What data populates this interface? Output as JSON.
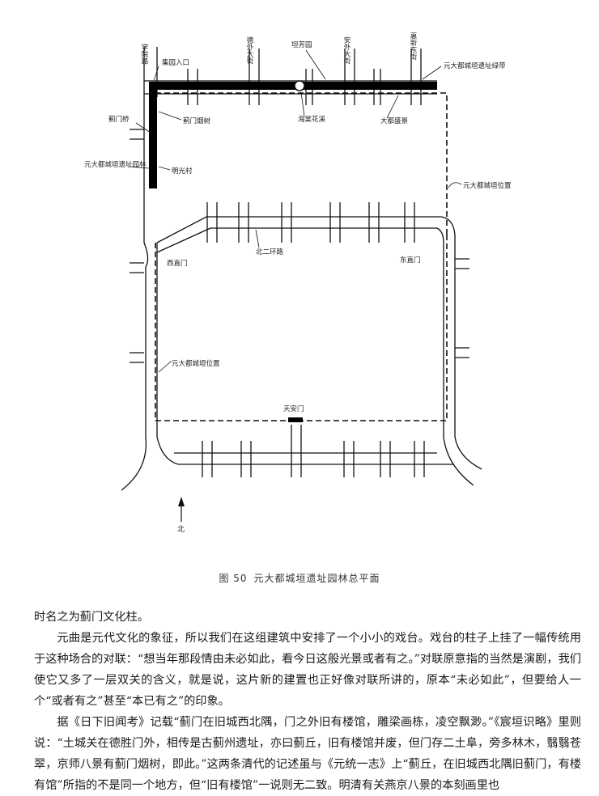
{
  "figure": {
    "caption_number": "图 50",
    "caption_text": "元大都城垣遗址园林总平面",
    "north_label": "北",
    "labels": {
      "xueyuan_road": "学院路",
      "waterway_inlet": "集园入口",
      "deshengwai": "德外大街",
      "tongfang": "坦芳园",
      "anwai": "安外大街",
      "huixin_east": "惠新东街",
      "park_label_top": "元大都城垣遗址绿带",
      "jimenqiao": "蓟门桥",
      "jimen_yanshu": "蓟门烟树",
      "haitang": "海棠花溪",
      "dadu_shiyi": "大都盛景",
      "yuandadu_park": "元大都城垣遗址园林",
      "mingguang": "明光村",
      "wall_position_right": "元大都城垣位置",
      "north_second_ring": "北二环路",
      "xizhimen": "西直门",
      "dongzhimen": "东直门",
      "wall_position_left": "元大都城垣位置",
      "tiananmen": "天安门"
    }
  },
  "text": {
    "p1": "时名之为蓟门文化柱。",
    "p2": "元曲是元代文化的象征，所以我们在这组建筑中安排了一个小小的戏台。戏台的柱子上挂了一幅传统用于这种场合的对联：“想当年那段情由未必如此，看今日这般光景或者有之。”对联原意指的当然是演剧，我们使它又多了一层双关的含义，就是说，这片新的建置也正好像对联所讲的，原本“未必如此”，但要给人一个“或者有之”甚至“本已有之”的印象。",
    "p3": "据《日下旧闻考》记载“蓟门在旧城西北隅，门之外旧有楼馆，雕梁画栋，凌空飘渺。”《宸垣识略》里则说：“土城关在德胜门外，相传是古蓟州遗址，亦曰蓟丘，旧有楼馆并废，但门存二土阜，旁多林木，翳翳苍翠，京师八景有蓟门烟树，即此。”这两条清代的记述虽与《元统一志》上“蓟丘，在旧城西北隅旧蓟门，有楼有馆”所指的不是同一个地方，但“旧有楼馆”一说则无二致。明清有关燕京八景的本刻画里也"
  }
}
